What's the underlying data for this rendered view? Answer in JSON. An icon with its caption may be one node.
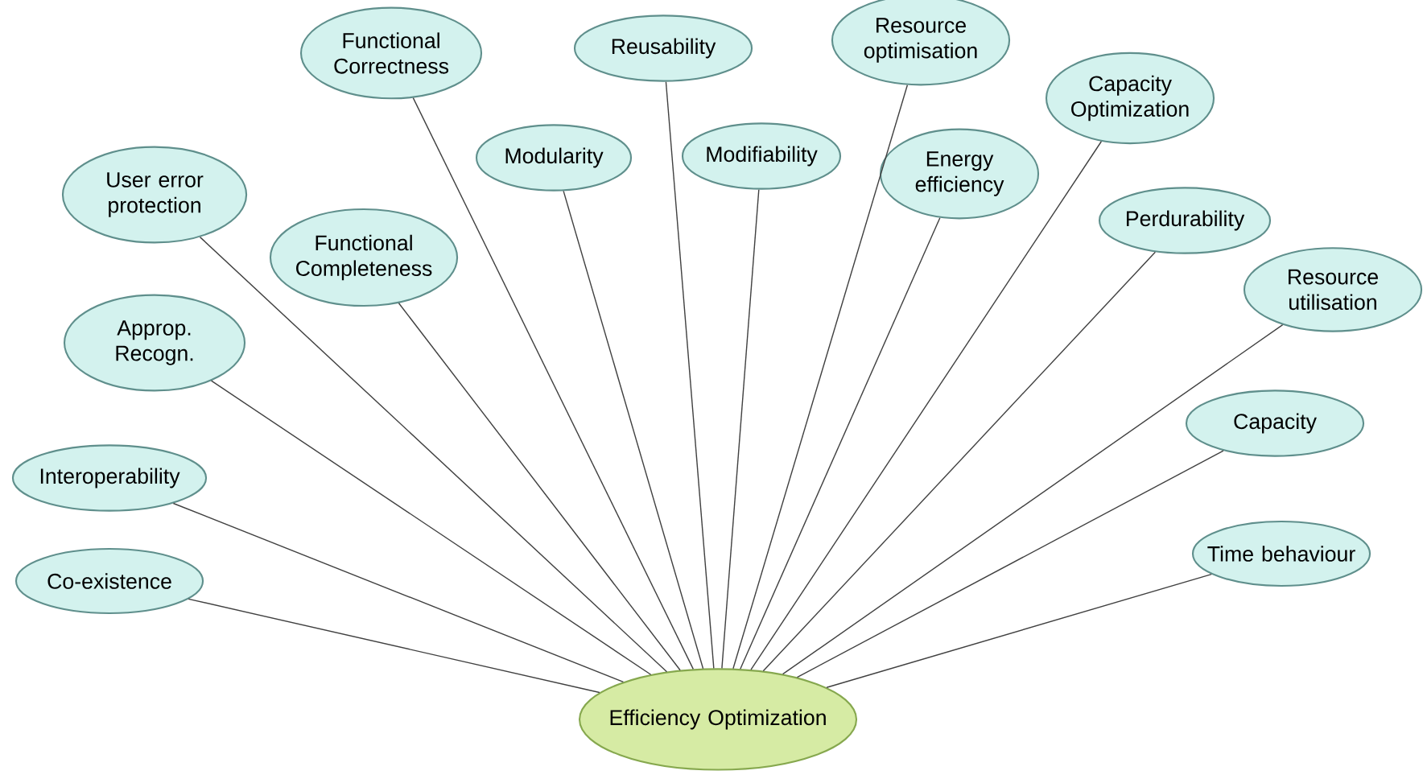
{
  "diagram": {
    "nodes": [
      {
        "text": [
          "Efficiency Optimization"
        ]
      },
      {
        "text": [
          "Co-existence"
        ]
      },
      {
        "text": [
          "Interoperability"
        ]
      },
      {
        "text": [
          "Approp. Recogn."
        ]
      },
      {
        "text": [
          "User error protection"
        ]
      },
      {
        "text": [
          "Functional Completeness"
        ]
      },
      {
        "text": [
          "Functional Correctness"
        ]
      },
      {
        "text": [
          "Modularity"
        ]
      },
      {
        "text": [
          "Reusability"
        ]
      },
      {
        "text": [
          "Modifiability"
        ]
      },
      {
        "text": [
          "Resource optimisation"
        ]
      },
      {
        "text": [
          "Energy efficiency"
        ]
      },
      {
        "text": [
          "Capacity Optimization"
        ]
      },
      {
        "text": [
          "Perdurability"
        ]
      },
      {
        "text": [
          "Resource utilisation"
        ]
      },
      {
        "text": [
          "Capacity"
        ]
      },
      {
        "text": [
          "Time behaviour"
        ]
      }
    ],
    "edges": [
      {
        "from": 1,
        "to": 0,
        "arrow": "none"
      },
      {
        "from": 2,
        "to": 0,
        "arrow": "none"
      },
      {
        "from": 3,
        "to": 0,
        "arrow": "none"
      },
      {
        "from": 4,
        "to": 0,
        "arrow": "none"
      },
      {
        "from": 5,
        "to": 0,
        "arrow": "none"
      },
      {
        "from": 6,
        "to": 0,
        "arrow": "none"
      },
      {
        "from": 7,
        "to": 0,
        "arrow": "none"
      },
      {
        "from": 8,
        "to": 0,
        "arrow": "none"
      },
      {
        "from": 9,
        "to": 0,
        "arrow": "none"
      },
      {
        "from": 10,
        "to": 0,
        "arrow": "none"
      },
      {
        "from": 11,
        "to": 0,
        "arrow": "none"
      },
      {
        "from": 12,
        "to": 0,
        "arrow": "none"
      },
      {
        "from": 13,
        "to": 0,
        "arrow": "none"
      },
      {
        "from": 14,
        "to": 0,
        "arrow": "none"
      },
      {
        "from": 15,
        "to": 0,
        "arrow": "none"
      },
      {
        "from": 16,
        "to": 0,
        "arrow": "none"
      }
    ]
  }
}
